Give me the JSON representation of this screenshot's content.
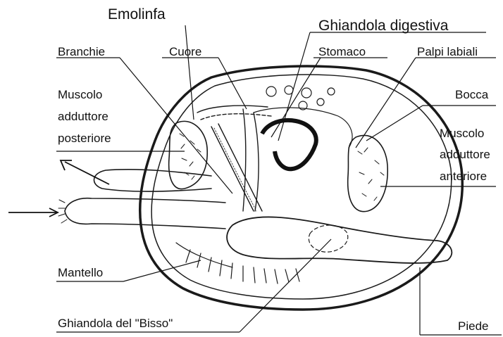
{
  "diagram": {
    "labels": {
      "emolinfa": "Emolinfa",
      "ghiandola_digestiva": "Ghiandola digestiva",
      "branchie": "Branchie",
      "cuore": "Cuore",
      "stomaco": "Stomaco",
      "palpi_labiali": "Palpi labiali",
      "muscolo_posteriore": [
        "Muscolo",
        "adduttore",
        "posteriore"
      ],
      "bocca": "Bocca",
      "muscolo_anteriore": [
        "Muscolo",
        "adduttore",
        "anteriore"
      ],
      "mantello": "Mantello",
      "ghiandola_bisso": "Ghiandola del \"Bisso\"",
      "piede": "Piede"
    }
  }
}
